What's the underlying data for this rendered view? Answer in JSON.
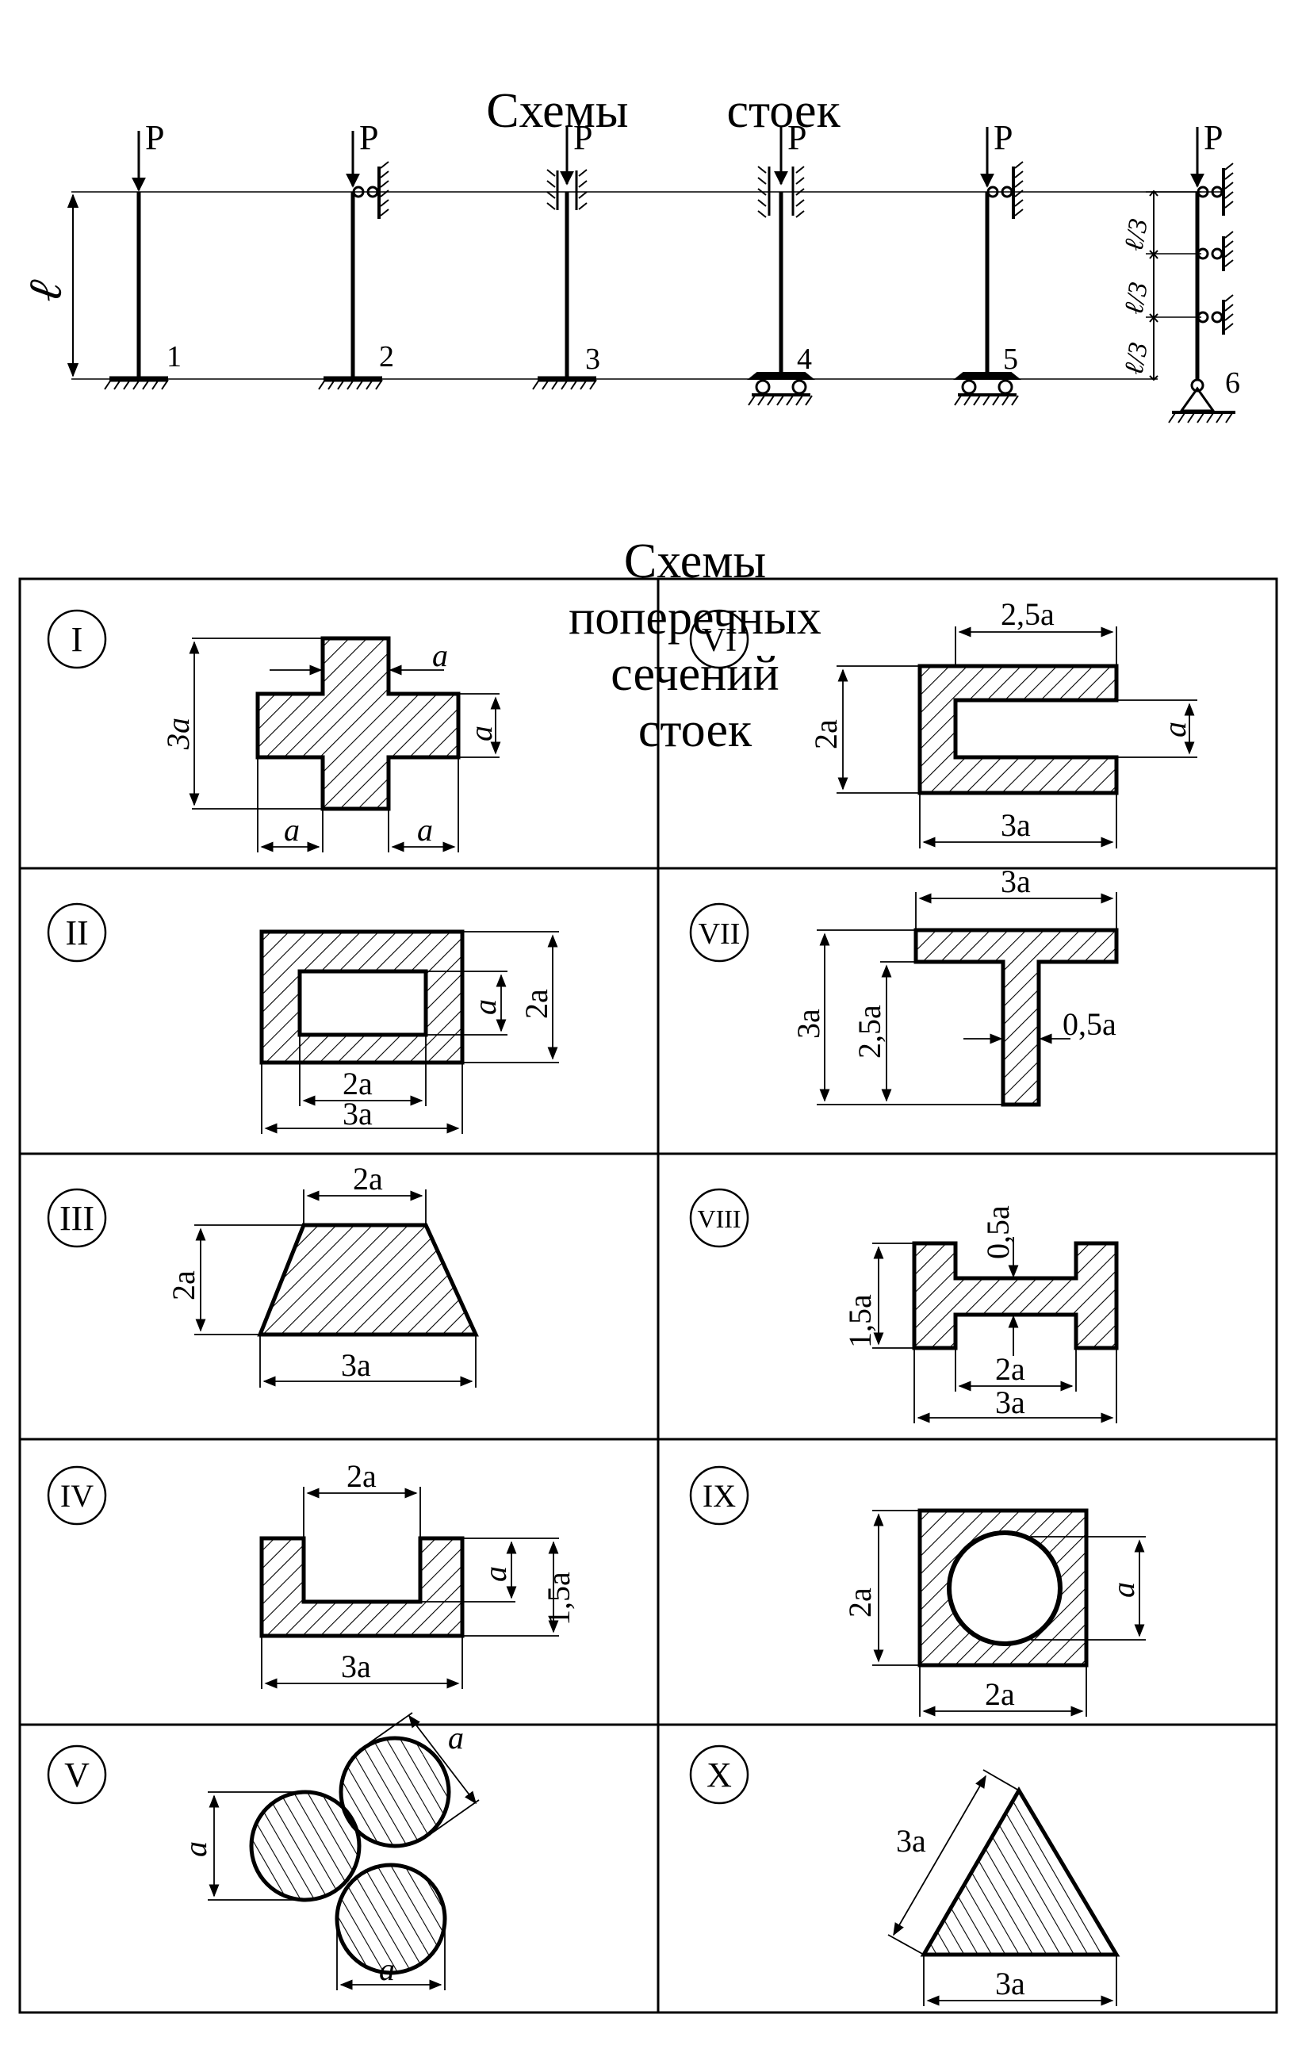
{
  "headings": {
    "columns": [
      "Схемы",
      "стоек"
    ],
    "sections": [
      "Схемы",
      "поперечных",
      "сечений",
      "стоек"
    ]
  },
  "columns": {
    "load_label": "P",
    "length_label": "ℓ",
    "third_label": "ℓ/3",
    "items": [
      {
        "number": "1",
        "top": "free",
        "bottom": "fixed"
      },
      {
        "number": "2",
        "top": "pinned",
        "bottom": "fixed"
      },
      {
        "number": "3",
        "top": "sliding",
        "bottom": "fixed"
      },
      {
        "number": "4",
        "top": "sliding",
        "bottom": "fixed-on-rollers"
      },
      {
        "number": "5",
        "top": "pinned",
        "bottom": "fixed-on-rollers"
      },
      {
        "number": "6",
        "top": "pinned",
        "bottom": "pin",
        "intermediate_supports": 2
      }
    ]
  },
  "sections": [
    {
      "id": "I",
      "shape": "cross",
      "dims": [
        "a",
        "3a",
        "a",
        "a",
        "a"
      ]
    },
    {
      "id": "VI",
      "shape": "channel",
      "dims": [
        "2,5a",
        "2a",
        "a",
        "3a"
      ]
    },
    {
      "id": "II",
      "shape": "hollow-rectangle",
      "dims": [
        "a",
        "2a",
        "2a",
        "3a"
      ]
    },
    {
      "id": "VII",
      "shape": "tee",
      "dims": [
        "3a",
        "3a",
        "2,5a",
        "0,5a"
      ]
    },
    {
      "id": "III",
      "shape": "trapezoid",
      "dims": [
        "2a",
        "2a",
        "3a"
      ]
    },
    {
      "id": "VIII",
      "shape": "double-tee",
      "dims": [
        "0,5a",
        "1,5a",
        "2a",
        "3a"
      ]
    },
    {
      "id": "IV",
      "shape": "u-section",
      "dims": [
        "2a",
        "a",
        "1,5a",
        "3a"
      ]
    },
    {
      "id": "IX",
      "shape": "square-with-hole",
      "dims": [
        "2a",
        "a",
        "2a"
      ]
    },
    {
      "id": "V",
      "shape": "three-circles",
      "dims": [
        "a",
        "a",
        "a"
      ]
    },
    {
      "id": "X",
      "shape": "triangle",
      "dims": [
        "3a",
        "3a"
      ]
    }
  ]
}
